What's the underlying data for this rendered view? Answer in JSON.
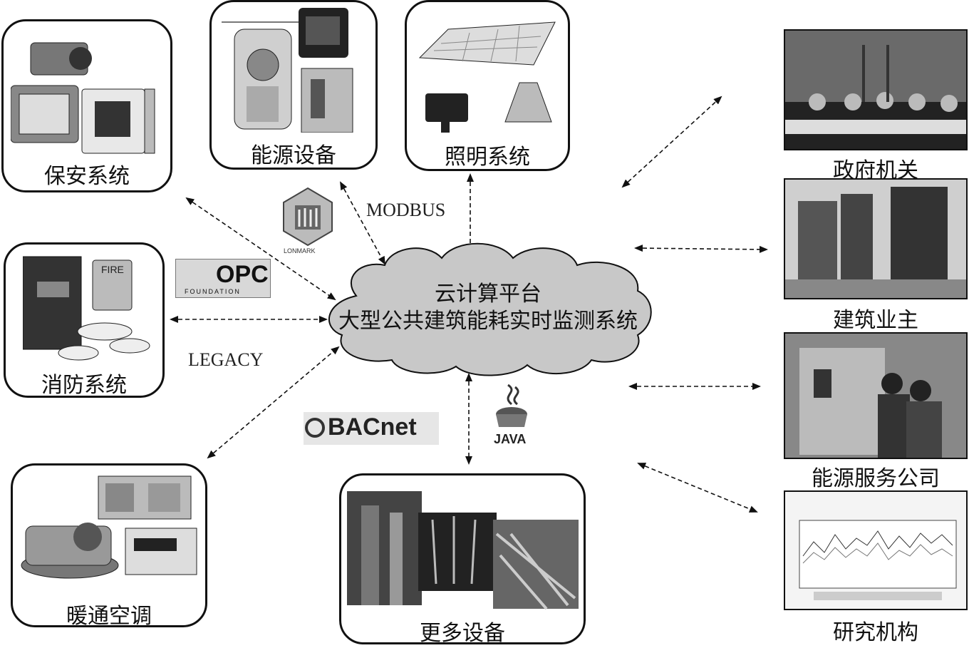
{
  "center": {
    "line1": "云计算平台",
    "line2": "大型公共建筑能耗实时监测系统"
  },
  "systems": {
    "security": "保安系统",
    "energy": "能源设备",
    "lighting": "照明系统",
    "fire": "消防系统",
    "hvac": "暖通空调",
    "more": "更多设备"
  },
  "protocols": {
    "modbus": "MODBUS",
    "legacy": "LEGACY",
    "lonmark": "LONMARK",
    "opc": "OPC",
    "opc_sub": "FOUNDATION",
    "bacnet": "BACnet",
    "java": "JAVA"
  },
  "users": {
    "government": "政府机关",
    "owner": "建筑业主",
    "esco": "能源服务公司",
    "research": "研究机构"
  }
}
